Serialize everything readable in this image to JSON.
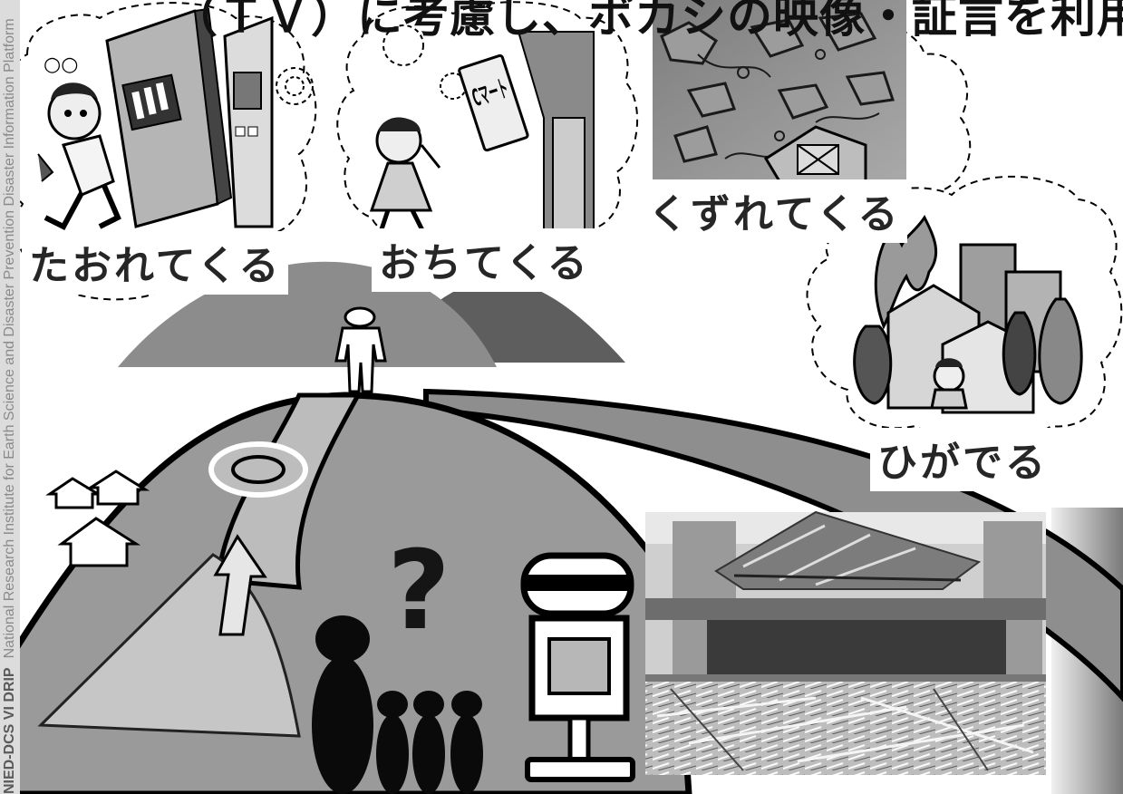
{
  "title": "（ＴＶ）に考慮し、ボカシの映像・証言を利用",
  "hazards": [
    {
      "label": "たおれてくる"
    },
    {
      "label": "おちてくる"
    },
    {
      "label": "くずれてくる"
    },
    {
      "label": "ひがでる"
    }
  ],
  "sign_text": "Cマート",
  "question_mark": "?",
  "sidebar": {
    "brand": "NIED-DCS VI DRIP",
    "org": "National Research Institute for Earth Science and Disaster Prevention Disaster Information Platform"
  }
}
